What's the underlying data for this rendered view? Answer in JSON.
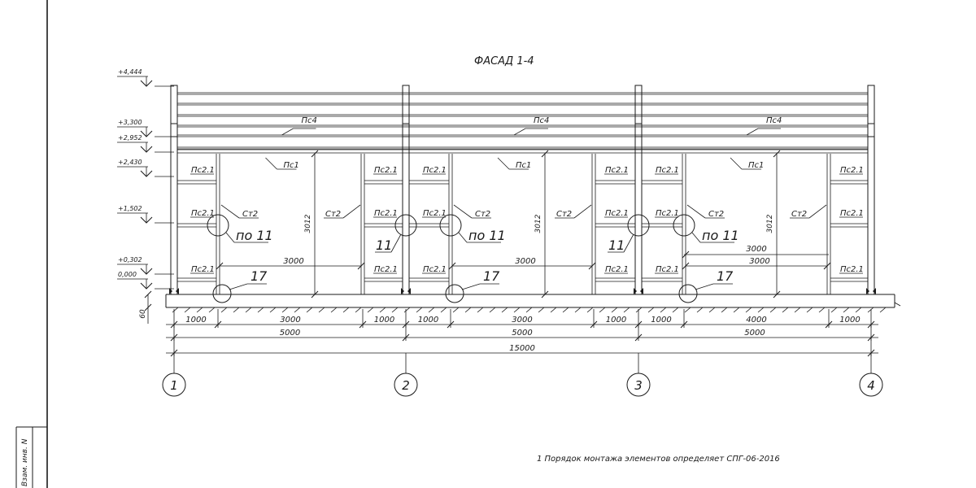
{
  "title": "ФАСАД 1-4",
  "note": "1 Порядок монтажа элементов определяет СПГ-06-2016",
  "stamp_label": "Взам. инв. N",
  "elevations": [
    "+4,444",
    "+3,300",
    "+2,952",
    "+2,430",
    "+1,502",
    "+0,302",
    "0,000"
  ],
  "base_height": "60",
  "labels": {
    "ps4": "Пс4",
    "ps1": "Пс1",
    "ps21": "Пс2.1",
    "st2": "Ст2",
    "po11": "по 11",
    "n11": "11",
    "n17": "17",
    "h3012": "3012",
    "w3000": "3000"
  },
  "dims": {
    "row1": [
      "1000",
      "3000",
      "1000",
      "1000",
      "3000",
      "1000",
      "1000",
      "4000",
      "1000"
    ],
    "row2": [
      "5000",
      "5000",
      "5000"
    ],
    "total": "15000"
  },
  "axes": [
    "1",
    "2",
    "3",
    "4"
  ]
}
